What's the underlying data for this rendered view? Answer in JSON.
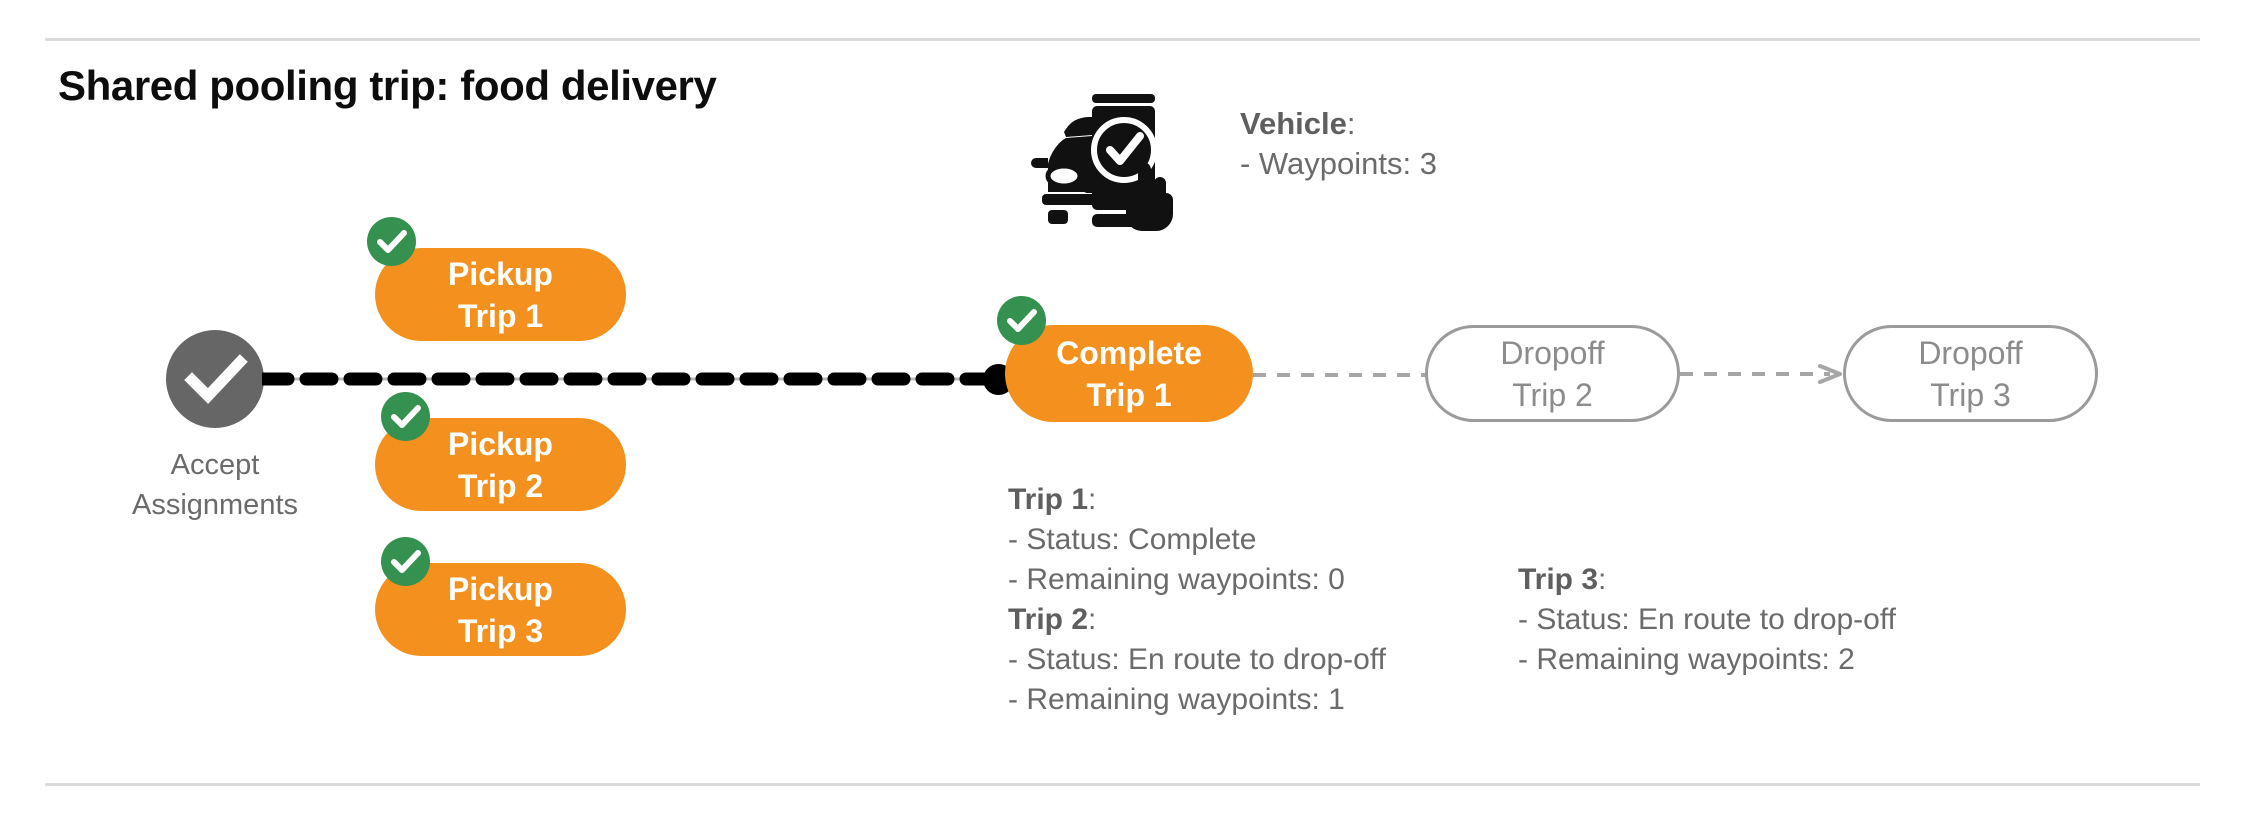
{
  "title": "Shared pooling trip: food delivery",
  "vehicle": {
    "icon": "car-phone-check-icon",
    "heading": "Vehicle",
    "heading_suffix": ":",
    "waypoints_line": "- Waypoints: 3"
  },
  "accept": {
    "icon": "check-circle-icon",
    "label_line1": "Accept",
    "label_line2": "Assignments"
  },
  "nodes": {
    "pickup_1": {
      "line1": "Pickup",
      "line2": "Trip 1",
      "state": "done"
    },
    "pickup_2": {
      "line1": "Pickup",
      "line2": "Trip 2",
      "state": "done"
    },
    "pickup_3": {
      "line1": "Pickup",
      "line2": "Trip 3",
      "state": "done"
    },
    "complete_1": {
      "line1": "Complete",
      "line2": "Trip 1",
      "state": "done"
    },
    "dropoff_2": {
      "line1": "Dropoff",
      "line2": "Trip 2",
      "state": "pending"
    },
    "dropoff_3": {
      "line1": "Dropoff",
      "line2": "Trip 3",
      "state": "pending"
    }
  },
  "trips": {
    "trip1": {
      "heading": "Trip 1",
      "heading_suffix": ":",
      "status_line": "- Status:  Complete",
      "waypoints_line": "- Remaining waypoints: 0"
    },
    "trip2": {
      "heading": "Trip 2",
      "heading_suffix": ":",
      "status_line": "- Status:  En route to drop-off",
      "waypoints_line": "- Remaining waypoints: 1"
    },
    "trip3": {
      "heading": "Trip 3",
      "heading_suffix": ":",
      "status_line": "- Status:  En route to drop-off",
      "waypoints_line": "- Remaining waypoints: 2"
    }
  },
  "colors": {
    "orange": "#F4911E",
    "green": "#35914F",
    "gray_node": "#666666",
    "gray_text": "#6b6b6b",
    "gray_outline": "#9b9b9b",
    "rule": "#d9dadb",
    "black": "#000000"
  }
}
